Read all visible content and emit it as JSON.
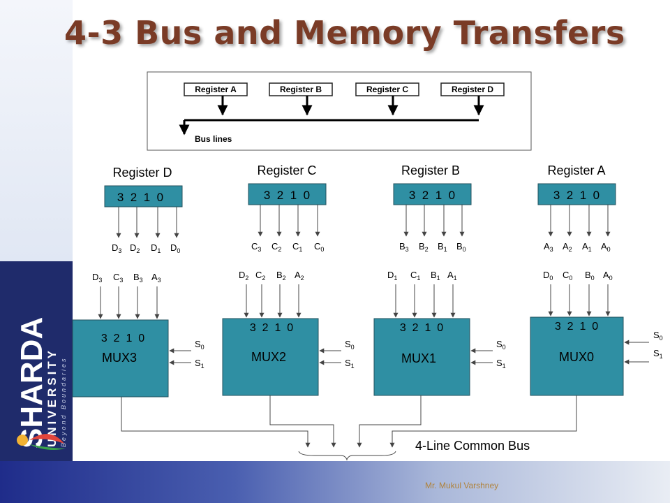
{
  "title": "4-3 Bus and Memory Transfers",
  "footer_author": "Mr. Mukul Varshney",
  "logo": {
    "name": "SHARDA",
    "sub": "UNIVERSITY",
    "tagline": "Beyond Boundaries"
  },
  "bus_box": {
    "registers": [
      "Register A",
      "Register B",
      "Register C",
      "Register D"
    ],
    "bus_label": "Bus lines"
  },
  "registers": [
    {
      "title": "Register D",
      "bits": "3  2  1  0",
      "outputs": [
        {
          "b": "D",
          "s": "3"
        },
        {
          "b": "D",
          "s": "2"
        },
        {
          "b": "D",
          "s": "1"
        },
        {
          "b": "D",
          "s": "0"
        }
      ]
    },
    {
      "title": "Register C",
      "bits": "3  2  1  0",
      "outputs": [
        {
          "b": "C",
          "s": "3"
        },
        {
          "b": "C",
          "s": "2"
        },
        {
          "b": "C",
          "s": "1"
        },
        {
          "b": "C",
          "s": "0"
        }
      ]
    },
    {
      "title": "Register B",
      "bits": "3  2  1  0",
      "outputs": [
        {
          "b": "B",
          "s": "3"
        },
        {
          "b": "B",
          "s": "2"
        },
        {
          "b": "B",
          "s": "1"
        },
        {
          "b": "B",
          "s": "0"
        }
      ]
    },
    {
      "title": "Register A",
      "bits": "3  2  1  0",
      "outputs": [
        {
          "b": "A",
          "s": "3"
        },
        {
          "b": "A",
          "s": "2"
        },
        {
          "b": "A",
          "s": "1"
        },
        {
          "b": "A",
          "s": "0"
        }
      ]
    }
  ],
  "muxes": [
    {
      "name": "MUX3",
      "inputs_label": "3  2  1  0",
      "inputs": [
        {
          "b": "D",
          "s": "3"
        },
        {
          "b": "C",
          "s": "3"
        },
        {
          "b": "B",
          "s": "3"
        },
        {
          "b": "A",
          "s": "3"
        }
      ],
      "selects": [
        {
          "b": "S",
          "s": "0"
        },
        {
          "b": "S",
          "s": "1"
        }
      ]
    },
    {
      "name": "MUX2",
      "inputs_label": "3  2  1  0",
      "inputs": [
        {
          "b": "D",
          "s": "2"
        },
        {
          "b": "C",
          "s": "2"
        },
        {
          "b": "B",
          "s": "2"
        },
        {
          "b": "A",
          "s": "2"
        }
      ],
      "selects": [
        {
          "b": "S",
          "s": "0"
        },
        {
          "b": "S",
          "s": "1"
        }
      ]
    },
    {
      "name": "MUX1",
      "inputs_label": "3  2  1  0",
      "inputs": [
        {
          "b": "D",
          "s": "1"
        },
        {
          "b": "C",
          "s": "1"
        },
        {
          "b": "B",
          "s": "1"
        },
        {
          "b": "A",
          "s": "1"
        }
      ],
      "selects": [
        {
          "b": "S",
          "s": "0"
        },
        {
          "b": "S",
          "s": "1"
        }
      ]
    },
    {
      "name": "MUX0",
      "inputs_label": "3  2  1  0",
      "inputs": [
        {
          "b": "D",
          "s": "0"
        },
        {
          "b": "C",
          "s": "0"
        },
        {
          "b": "B",
          "s": "0"
        },
        {
          "b": "A",
          "s": "0"
        }
      ],
      "selects": [
        {
          "b": "S",
          "s": "0"
        },
        {
          "b": "S",
          "s": "1"
        }
      ]
    }
  ],
  "common_bus_label": "4-Line Common Bus",
  "colors": {
    "box_fill": "#2f8fa3",
    "box_stroke": "#23525e",
    "title": "#7a3b26",
    "line": "#444444"
  }
}
